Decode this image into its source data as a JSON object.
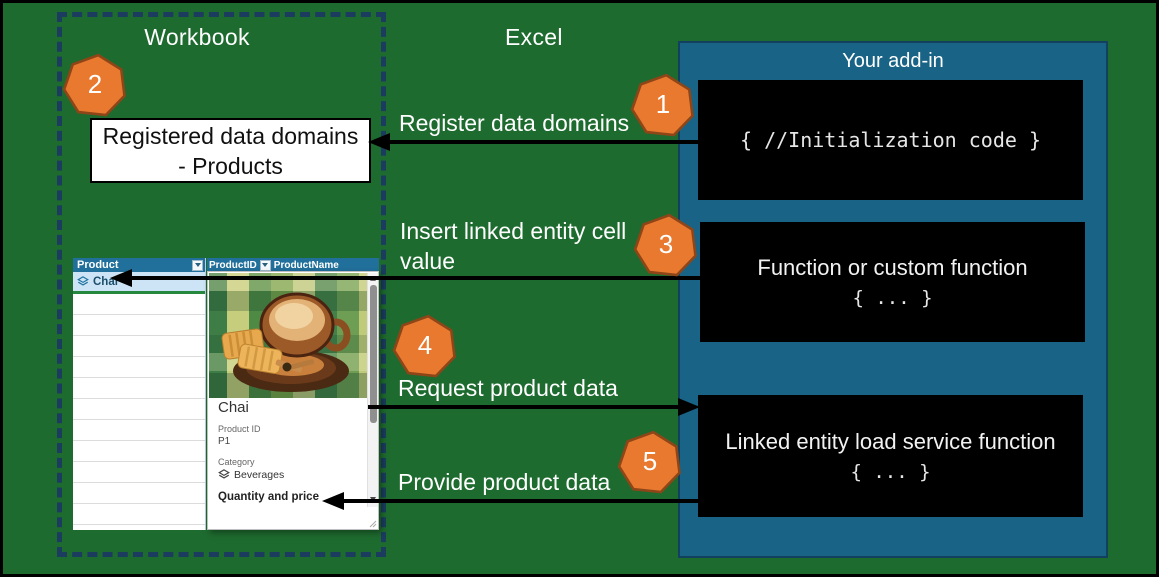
{
  "page": {
    "workbook_title": "Workbook",
    "excel_title": "Excel",
    "addin_title": "Your add-in"
  },
  "badges": {
    "b1": "1",
    "b2": "2",
    "b3": "3",
    "b4": "4",
    "b5": "5"
  },
  "flows": {
    "register_label": "Register data domains",
    "insert_label_line1": "Insert linked entity cell",
    "insert_label_line2": "value",
    "request_label": "Request product data",
    "provide_label": "Provide product data"
  },
  "registered_box": {
    "line1": "Registered data domains",
    "line2": "- Products"
  },
  "code_boxes": {
    "init_code": "{ //Initialization code }",
    "function_title": "Function or custom function",
    "function_code": "{ ... }",
    "service_title": "Linked entity load service function",
    "service_code": "{ ... }"
  },
  "excel_ui": {
    "product_header": "Product",
    "product_row": "Chai",
    "productid_header": "ProductID",
    "productname_header": "ProductName",
    "card": {
      "title": "Chai",
      "product_id_label": "Product ID",
      "product_id_value": "P1",
      "category_label": "Category",
      "category_value": "Beverages",
      "section_title": "Quantity and price"
    }
  },
  "icons": {
    "linked_entity": "stacked-layers-icon",
    "filter": "filter-dropdown-icon",
    "chevron_up": "chevron-up-icon",
    "scroll_up": "scroll-up-icon",
    "scroll_down": "scroll-down-icon",
    "resize_grip": "resize-grip-icon"
  },
  "colors": {
    "background_green": "#1E6B2F",
    "addin_blue": "#196386",
    "badge_orange": "#E8792F",
    "badge_border": "#8E4517",
    "dash_navy": "#1B3C5F",
    "table_header_teal": "#21709B",
    "selected_row_blue": "#CCE4F6",
    "selection_green": "#26873E",
    "code_box_black": "#000000"
  }
}
